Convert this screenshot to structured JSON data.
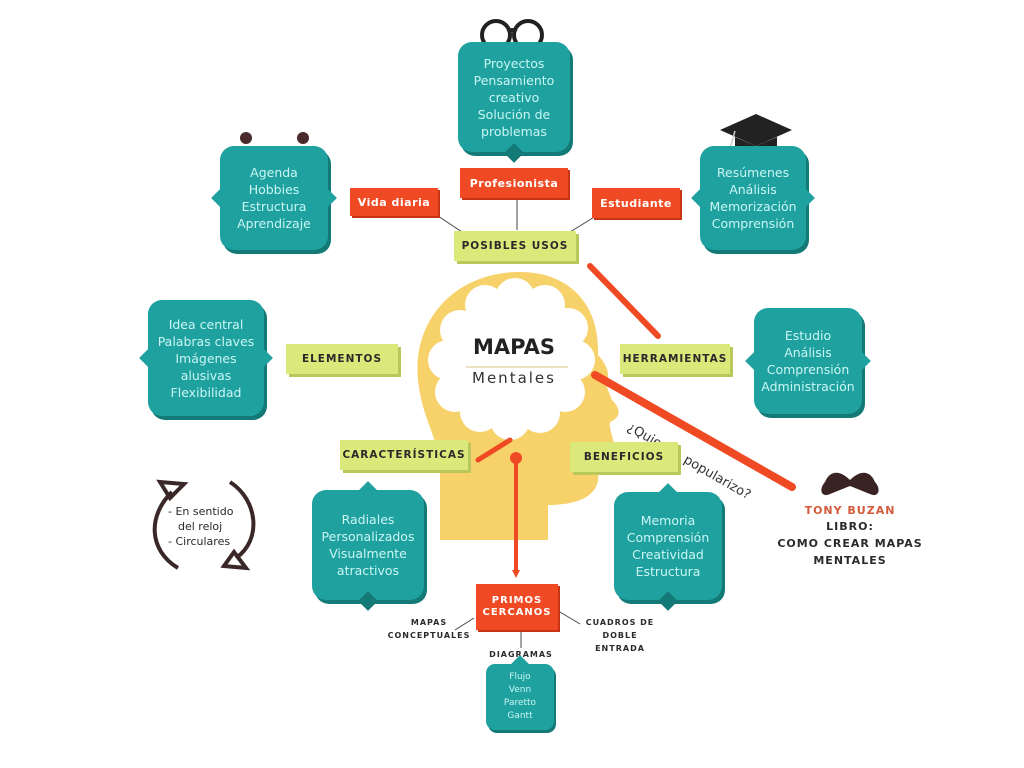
{
  "center": {
    "title": "MAPAS",
    "subtitle": "Mentales"
  },
  "posibles_usos": {
    "label": "POSIBLES USOS",
    "branches": [
      {
        "label": "Vida diaria",
        "items": [
          "Agenda",
          "Hobbies",
          "Estructura",
          "Aprendizaje"
        ]
      },
      {
        "label": "Profesionista",
        "items": [
          "Proyectos",
          "Pensamiento",
          "creativo",
          "Solución de",
          "problemas"
        ]
      },
      {
        "label": "Estudiante",
        "items": [
          "Resúmenes",
          "Análisis",
          "Memorización",
          "Comprensión"
        ]
      }
    ]
  },
  "elementos": {
    "label": "ELEMENTOS",
    "items": [
      "Idea central",
      "Palabras claves",
      "Imágenes",
      "alusivas",
      "Flexibilidad"
    ]
  },
  "herramientas": {
    "label": "HERRAMIENTAS",
    "items": [
      "Estudio",
      "Análisis",
      "Comprensión",
      "Administración"
    ]
  },
  "caracteristicas": {
    "label": "CARACTERÍSTICAS",
    "items": [
      "Radiales",
      "Personalizados",
      "Visualmente",
      "atractivos"
    ],
    "note": [
      "- En sentido",
      "del reloj",
      "- Circulares"
    ]
  },
  "beneficios": {
    "label": "BENEFICIOS",
    "items": [
      "Memoria",
      "Comprensión",
      "Creatividad",
      "Estructura"
    ]
  },
  "popularizer": {
    "question": "¿Quien lo popularizo?",
    "name": "TONY BUZAN",
    "book_label": "LIBRO:",
    "book_title": [
      "COMO CREAR MAPAS",
      "MENTALES"
    ]
  },
  "primos_cercanos": {
    "label": [
      "PRIMOS",
      "CERCANOS"
    ],
    "left": [
      "MAPAS",
      "CONCEPTUALES"
    ],
    "right": [
      "CUADROS DE",
      "DOBLE",
      "ENTRADA"
    ],
    "bottom": "DIAGRAMAS",
    "bottom_items": [
      "Flujo",
      "Venn",
      "Paretto",
      "Gantt"
    ]
  },
  "colors": {
    "teal": "#1fa19f",
    "green": "#dbe97a",
    "red": "#ef4a23",
    "head": "#f7d169"
  }
}
